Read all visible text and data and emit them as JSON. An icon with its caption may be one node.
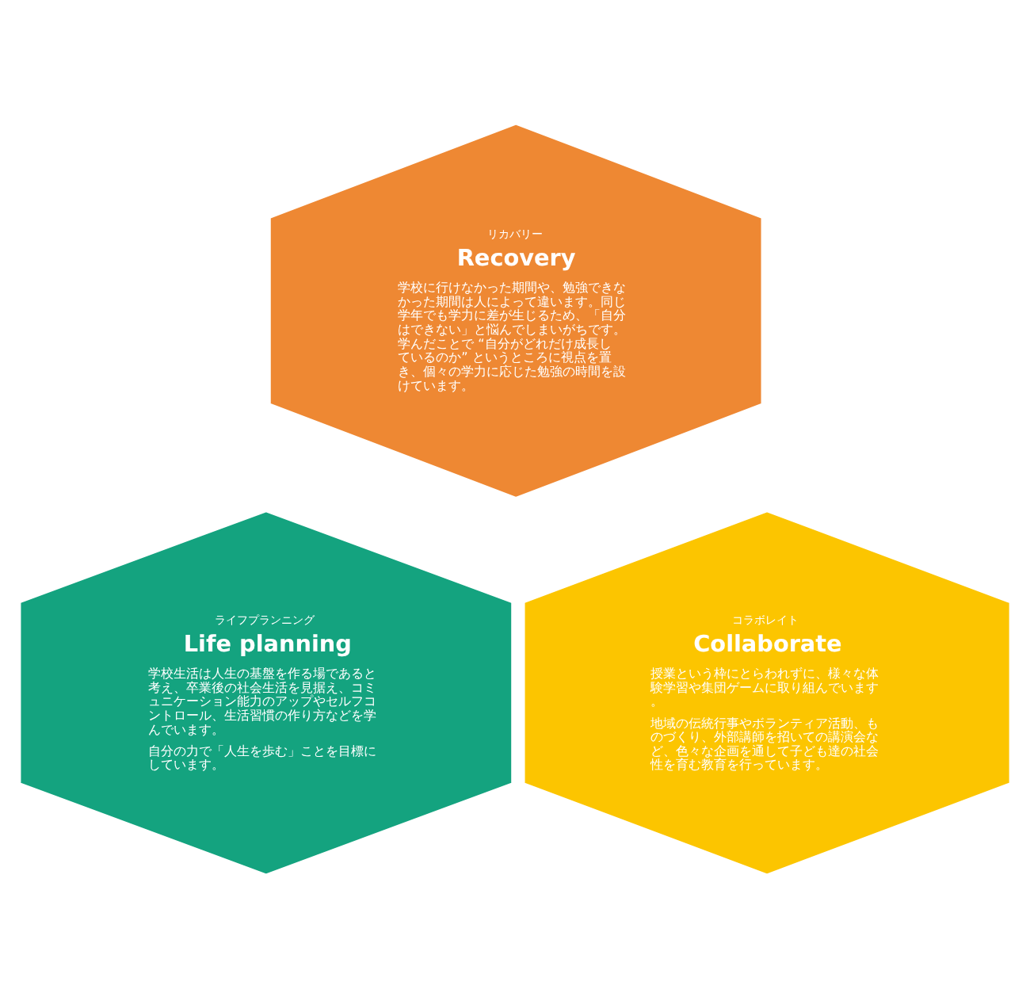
{
  "diagram": {
    "nodes": [
      {
        "text": [
          "リカバリー",
          "Recovery",
          "学校に行けなかった期間や、勉強できなかった期間は人によって違います。同じ学年でも学力に差が生じるため、「自分はできない」と悩んでしまいがちです。学んだことで “自分がどれだけ成長しているのか” というところに視点を置き、個々の学力に応じた勉強の時間を設けています。"
        ]
      },
      {
        "text": [
          "ライフプランニング",
          "Life planning",
          "学校生活は人生の基盤を作る場であると考え、卒業後の社会生活を見据え、コミュニケーション能力のアップやセルフコントロール、生活習慣の作り方などを学んでいます。",
          "自分の力で「人生を歩む」ことを目標にしています。"
        ]
      },
      {
        "text": [
          "コラボレイト",
          "Collaborate",
          "授業という枠にとらわれずに、様々な体験学習や集団ゲームに取り組んでいます。",
          "地域の伝統行事やボランティア活動、ものづくり、外部講師を招いての講演会など、色々な企画を通して子ども達の社会性を育む教育を行っています。"
        ]
      }
    ],
    "edges": []
  }
}
